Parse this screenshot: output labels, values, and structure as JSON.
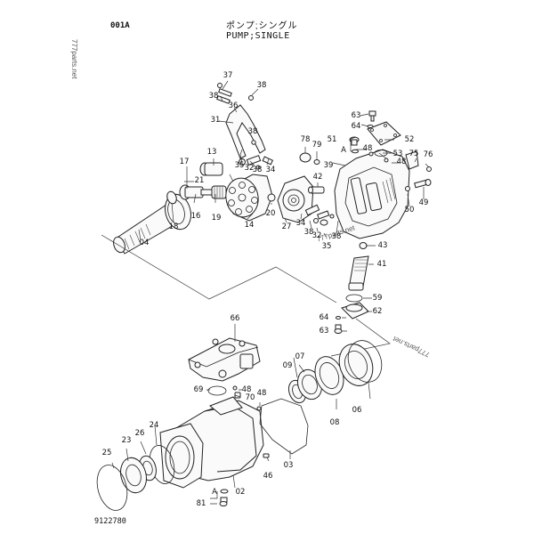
{
  "header": {
    "code": "001A",
    "title_jp": "ポンプ;シングル",
    "title_en": "PUMP;SINGLE"
  },
  "watermarks": [
    "777parts.net",
    "777parts.net",
    "777parts.net"
  ],
  "drawing_number": "9122780",
  "callouts": {
    "upper_group": [
      "37",
      "38",
      "38",
      "36",
      "31",
      "38",
      "13",
      "17",
      "21",
      "35",
      "32",
      "38",
      "34",
      "16",
      "19",
      "14",
      "20",
      "18",
      "04",
      "78",
      "79",
      "42",
      "27",
      "34",
      "38",
      "32",
      "38",
      "35",
      "63",
      "64",
      "51",
      "A",
      "52",
      "48",
      "53",
      "48",
      "75",
      "76",
      "39",
      "50",
      "49"
    ],
    "middle_group": [
      "43",
      "41",
      "59",
      "62",
      "64",
      "63"
    ],
    "lower_group": [
      "66",
      "69",
      "48",
      "70",
      "48",
      "07",
      "09",
      "08",
      "06",
      "03",
      "46",
      "02",
      "A",
      "81",
      "24",
      "26",
      "23",
      "25"
    ]
  },
  "labels": {
    "p37": "37",
    "p38a": "38",
    "p38b": "38",
    "p36": "36",
    "p31": "31",
    "p38c": "38",
    "p13": "13",
    "p17": "17",
    "p21": "21",
    "p35a": "35",
    "p32a": "32",
    "p38d": "38",
    "p34a": "34",
    "p16": "16",
    "p19": "19",
    "p14": "14",
    "p20": "20",
    "p18": "18",
    "p04": "04",
    "p78": "78",
    "p79": "79",
    "p42": "42",
    "p27": "27",
    "p34b": "34",
    "p38e": "38",
    "p32b": "32",
    "p38f": "38",
    "p35b": "35",
    "p63a": "63",
    "p64a": "64",
    "p51": "51",
    "pA1": "A",
    "p52": "52",
    "p48a": "48",
    "p53": "53",
    "p48b": "48",
    "p75": "75",
    "p76": "76",
    "p39": "39",
    "p50": "50",
    "p49": "49",
    "p43": "43",
    "p41": "41",
    "p59": "59",
    "p62": "62",
    "p64b": "64",
    "p63b": "63",
    "p66": "66",
    "p69": "69",
    "p48c": "48",
    "p70": "70",
    "p48d": "48",
    "p07": "07",
    "p09": "09",
    "p08": "08",
    "p06": "06",
    "p03": "03",
    "p46": "46",
    "p02": "02",
    "pA2": "A",
    "p81": "81",
    "p24": "24",
    "p26": "26",
    "p23": "23",
    "p25": "25"
  }
}
